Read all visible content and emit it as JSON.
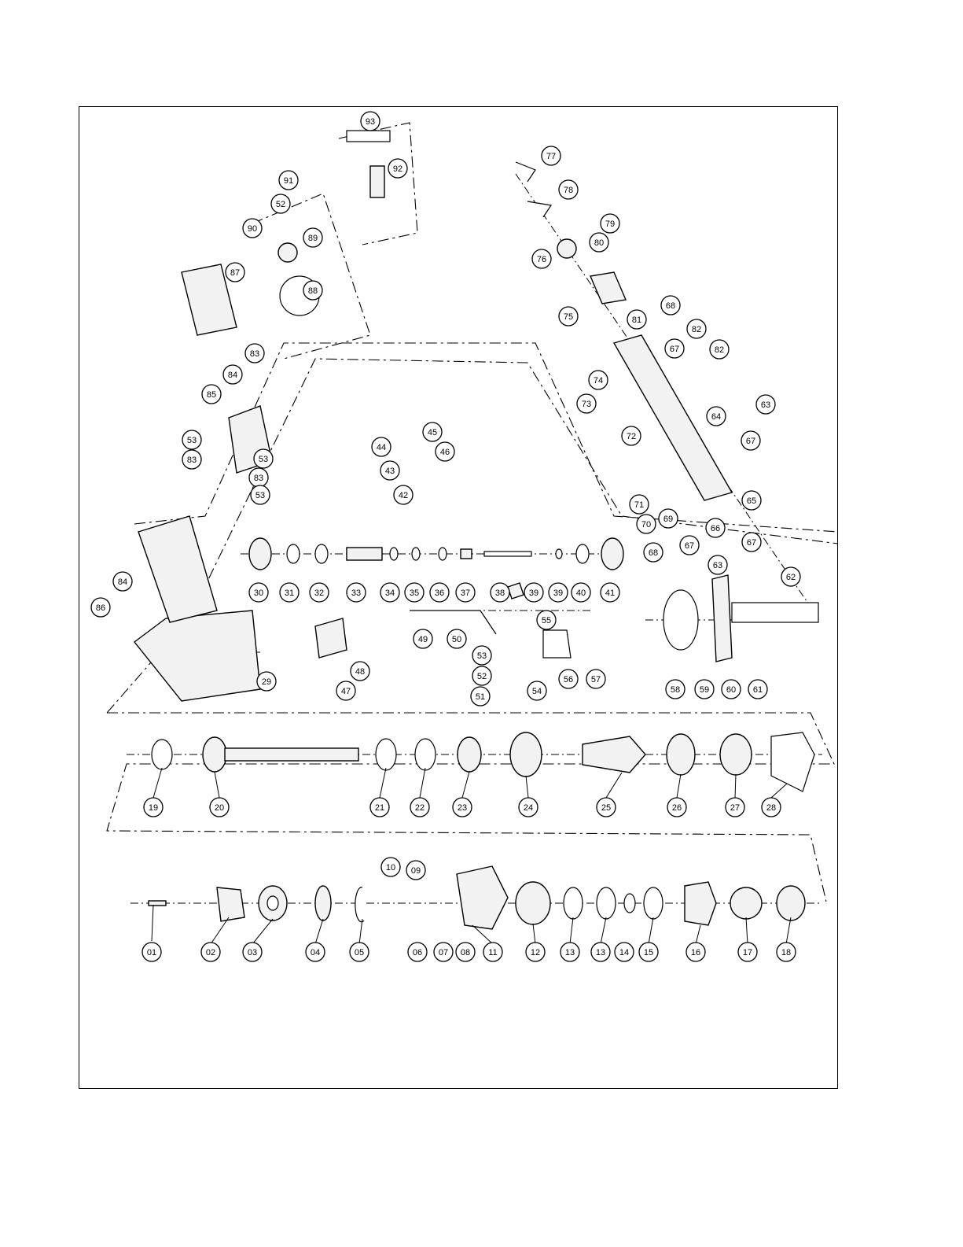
{
  "parts": {
    "01": "01",
    "02": "02",
    "03": "03",
    "04": "04",
    "05": "05",
    "06": "06",
    "07": "07",
    "08": "08",
    "09": "09",
    "10": "10",
    "11": "11",
    "12": "12",
    "13a": "13",
    "13b": "13",
    "14": "14",
    "15": "15",
    "16": "16",
    "17": "17",
    "18": "18",
    "19": "19",
    "20": "20",
    "21": "21",
    "22": "22",
    "23": "23",
    "24": "24",
    "25": "25",
    "26": "26",
    "27": "27",
    "28": "28",
    "29": "29",
    "30": "30",
    "31": "31",
    "32": "32",
    "33": "33",
    "34": "34",
    "35": "35",
    "36": "36",
    "37": "37",
    "38": "38",
    "39a": "39",
    "39b": "39",
    "40": "40",
    "41": "41",
    "42": "42",
    "43": "43",
    "44": "44",
    "45": "45",
    "46": "46",
    "47": "47",
    "48": "48",
    "49": "49",
    "50": "50",
    "51": "51",
    "52a": "52",
    "52b": "52",
    "53a": "53",
    "53b": "53",
    "53c": "53",
    "53d": "53",
    "54": "54",
    "55": "55",
    "56": "56",
    "57": "57",
    "58": "58",
    "59": "59",
    "60": "60",
    "61": "61",
    "62": "62",
    "63a": "63",
    "63b": "63",
    "64": "64",
    "65": "65",
    "66": "66",
    "67a": "67",
    "67b": "67",
    "67c": "67",
    "67d": "67",
    "68a": "68",
    "68b": "68",
    "69": "69",
    "70": "70",
    "71": "71",
    "72": "72",
    "73": "73",
    "74": "74",
    "75": "75",
    "76": "76",
    "77": "77",
    "78": "78",
    "79": "79",
    "80": "80",
    "81": "81",
    "82a": "82",
    "82b": "82",
    "83a": "83",
    "83b": "83",
    "83c": "83",
    "84a": "84",
    "84b": "84",
    "85": "85",
    "86": "86",
    "87": "87",
    "88": "88",
    "89": "89",
    "90": "90",
    "91": "91",
    "92": "92",
    "93": "93"
  }
}
